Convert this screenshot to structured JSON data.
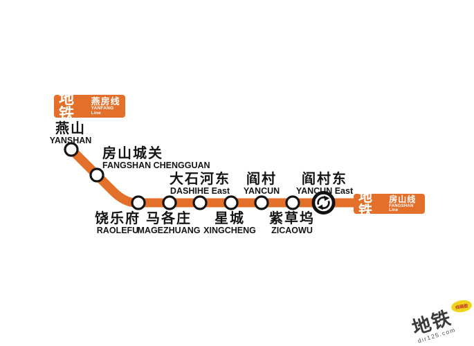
{
  "line_map": {
    "line_color": "#E2702A",
    "start_badge": {
      "metro": "地铁",
      "line_cn": "燕房线",
      "line_en": "YANFANG Line"
    },
    "end_badge": {
      "metro": "地铁",
      "line_cn": "房山线",
      "line_en": "FANGSHAN Line"
    },
    "stations": [
      {
        "cn": "燕山",
        "en": "YANSHAN"
      },
      {
        "cn": "房山城关",
        "en": "FANGSHAN CHENGGUAN"
      },
      {
        "cn": "饶乐府",
        "en": "RAOLEFU"
      },
      {
        "cn": "马各庄",
        "en": "MAGEZHUANG"
      },
      {
        "cn": "大石河东",
        "en": "DASHIHE East"
      },
      {
        "cn": "星城",
        "en": "XINGCHENG"
      },
      {
        "cn": "阎村",
        "en": "YANCUN"
      },
      {
        "cn": "紫草坞",
        "en": "ZICAOWU"
      },
      {
        "cn": "阎村东",
        "en": "YANCUN East",
        "interchange": true
      }
    ],
    "watermark": {
      "cn": "地铁",
      "url": "dir125.com",
      "badge": "线路图"
    }
  }
}
